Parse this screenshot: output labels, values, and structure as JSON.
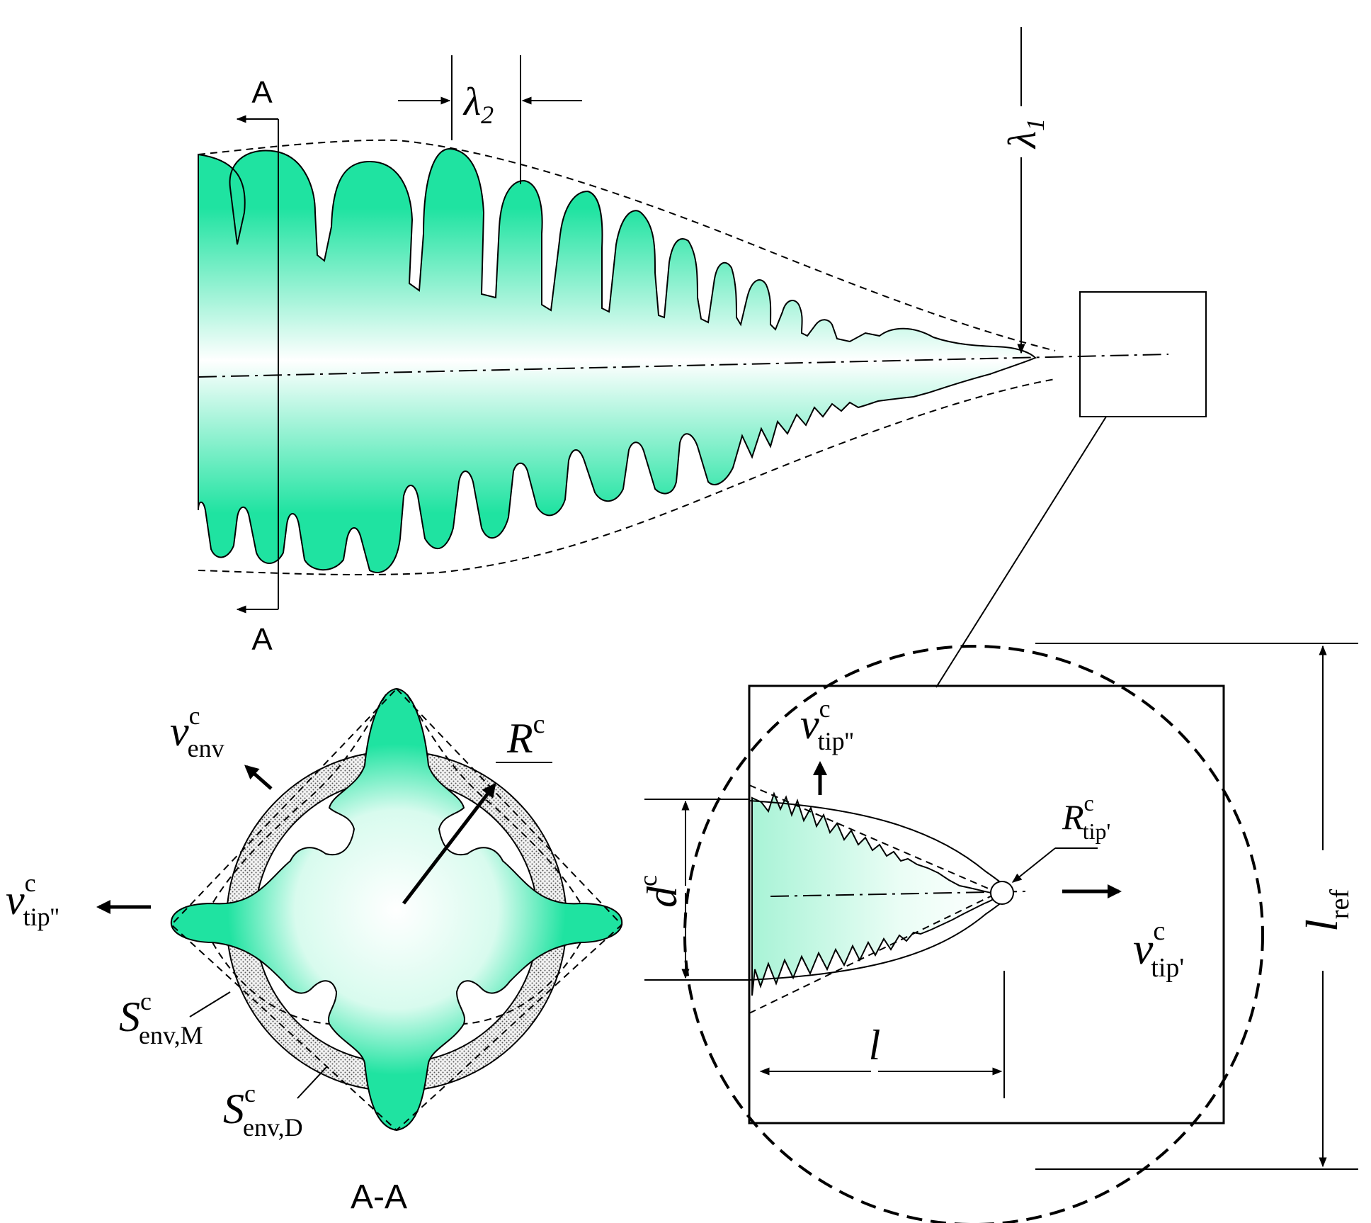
{
  "colors": {
    "dendrite_fill": "#1fe3a1",
    "dendrite_core": "#ffffff",
    "stipple": "#d0d0d0",
    "line": "#000000"
  },
  "labels": {
    "section_marker": "A",
    "section_view": "A-A",
    "lambda": "λ",
    "lambda1_sub": "1",
    "lambda2_sub": "2",
    "v": "v",
    "c": "c",
    "env": "env",
    "tip_dprime": "tip''",
    "tip_prime": "tip'",
    "R": "R",
    "S": "S",
    "env_M": "env,M",
    "env_D": "env,D",
    "d": "d",
    "l": "l",
    "ref": "ref"
  }
}
